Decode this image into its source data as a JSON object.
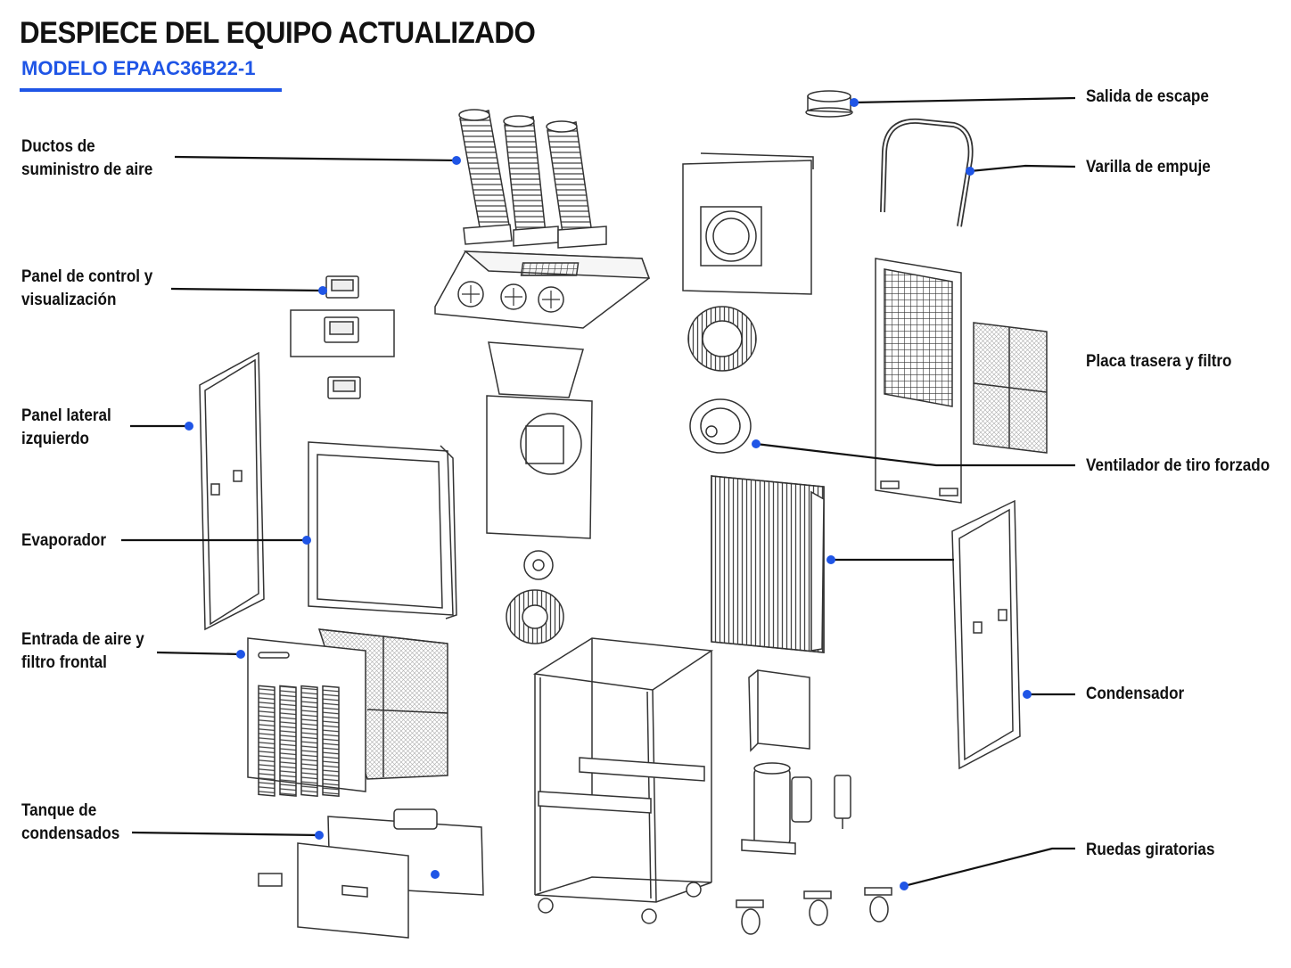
{
  "title": "DESPIECE DEL EQUIPO ACTUALIZADO",
  "subtitle": "MODELO EPAAC36B22-1",
  "accent_color": "#1f55e6",
  "labels": {
    "ductos": [
      "Ductos de",
      "suministro de aire"
    ],
    "panel_control": [
      "Panel de control y",
      "visualización"
    ],
    "panel_lateral": [
      "Panel lateral",
      "izquierdo"
    ],
    "evaporador": [
      "Evaporador"
    ],
    "entrada_aire": [
      "Entrada de aire y",
      "filtro frontal"
    ],
    "tanque": [
      "Tanque de",
      "condensados"
    ],
    "salida_escape": [
      "Salida de escape"
    ],
    "varilla": [
      "Varilla de empuje"
    ],
    "placa_trasera": [
      "Placa trasera y filtro"
    ],
    "ventilador": [
      "Ventilador de tiro forzado"
    ],
    "condensador": [
      "Condensador"
    ],
    "ruedas": [
      "Ruedas giratorias"
    ]
  }
}
